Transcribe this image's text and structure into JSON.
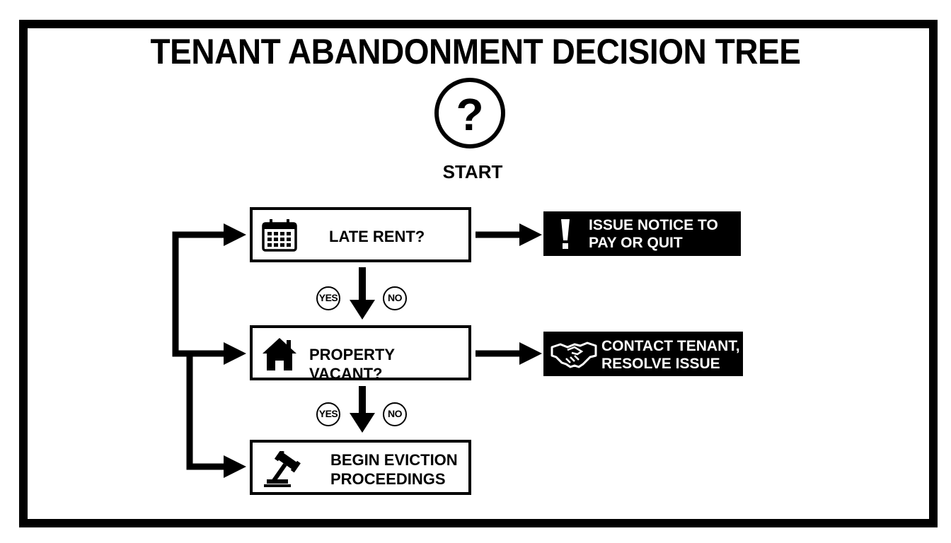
{
  "title": "TENANT ABANDONMENT DECISION TREE",
  "start": {
    "symbol": "?",
    "label": "START",
    "icon": "question-mark-circle-icon"
  },
  "nodes": [
    {
      "label": "LATE RENT?",
      "icon": "calendar-icon"
    },
    {
      "label": "PROPERTY VACANT?",
      "icon": "house-icon"
    },
    {
      "line1": "BEGIN EVICTION",
      "line2": "PROCEEDINGS",
      "icon": "gavel-icon"
    }
  ],
  "outcomes": [
    {
      "line1": "ISSUE NOTICE TO",
      "line2": "PAY OR QUIT",
      "icon": "exclamation-icon"
    },
    {
      "line1": "CONTACT TENANT,",
      "line2": "RESOLVE ISSUE",
      "icon": "handshake-icon"
    }
  ],
  "branches": [
    {
      "yes": "YES",
      "no": "NO"
    },
    {
      "yes": "YES",
      "no": "NO"
    }
  ],
  "colors": {
    "ink": "#000000",
    "paper": "#ffffff"
  }
}
